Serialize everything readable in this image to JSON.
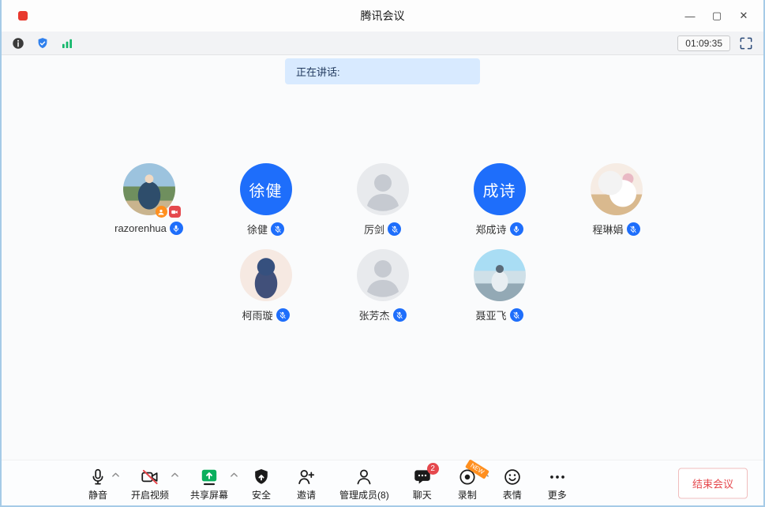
{
  "window": {
    "title": "腾讯会议",
    "controls": {
      "minimize": "—",
      "maximize": "▢",
      "close": "✕"
    }
  },
  "topbar": {
    "timer": "01:09:35",
    "icons": [
      "info-icon",
      "shield-check-icon",
      "signal-icon",
      "fullscreen-icon"
    ]
  },
  "banner": {
    "speaking_label": "正在讲话:"
  },
  "participants": [
    {
      "name": "razorenhua",
      "row": 1,
      "type": "photo",
      "variant": "outdoor",
      "muted": false,
      "badges": [
        "member",
        "video"
      ]
    },
    {
      "name": "徐健",
      "row": 1,
      "type": "initials",
      "initials": "徐健",
      "muted": true,
      "badges": []
    },
    {
      "name": "厉剑",
      "row": 1,
      "type": "placeholder",
      "muted": true,
      "badges": []
    },
    {
      "name": "郑成诗",
      "row": 1,
      "type": "initials",
      "initials": "成诗",
      "muted": false,
      "badges": []
    },
    {
      "name": "程琳娟",
      "row": 1,
      "type": "photo",
      "variant": "plush",
      "muted": true,
      "badges": []
    },
    {
      "name": "柯雨璇",
      "row": 2,
      "type": "photo",
      "variant": "anime",
      "muted": true,
      "badges": []
    },
    {
      "name": "张芳杰",
      "row": 2,
      "type": "placeholder",
      "muted": true,
      "badges": []
    },
    {
      "name": "聂亚飞",
      "row": 2,
      "type": "photo",
      "variant": "bridge",
      "muted": true,
      "badges": []
    }
  ],
  "toolbar": {
    "items": [
      {
        "id": "mute",
        "label": "静音",
        "icon": "mic",
        "chevron": true
      },
      {
        "id": "start-video",
        "label": "开启视频",
        "icon": "camera-off",
        "chevron": true
      },
      {
        "id": "share-screen",
        "label": "共享屏幕",
        "icon": "share-screen",
        "chevron": true
      },
      {
        "id": "security",
        "label": "安全",
        "icon": "shield"
      },
      {
        "id": "invite",
        "label": "邀请",
        "icon": "invite"
      },
      {
        "id": "manage-members",
        "label": "管理成员(8)",
        "icon": "members"
      },
      {
        "id": "chat",
        "label": "聊天",
        "icon": "chat",
        "badge": "2",
        "badge_type": "count"
      },
      {
        "id": "record",
        "label": "录制",
        "icon": "record",
        "badge": "NEW",
        "badge_type": "ribbon",
        "chevron": true
      },
      {
        "id": "emoji",
        "label": "表情",
        "icon": "emoji"
      },
      {
        "id": "more",
        "label": "更多",
        "icon": "more"
      }
    ],
    "end_button_label": "结束会议"
  },
  "colors": {
    "accent_blue": "#1e6efb",
    "banner_bg": "#d8eaff",
    "danger_red": "#e5484d",
    "share_green": "#0aaf5d",
    "badge_orange": "#ff8f1f",
    "signal_green": "#12b76a",
    "app_dot_red": "#e8392e"
  }
}
